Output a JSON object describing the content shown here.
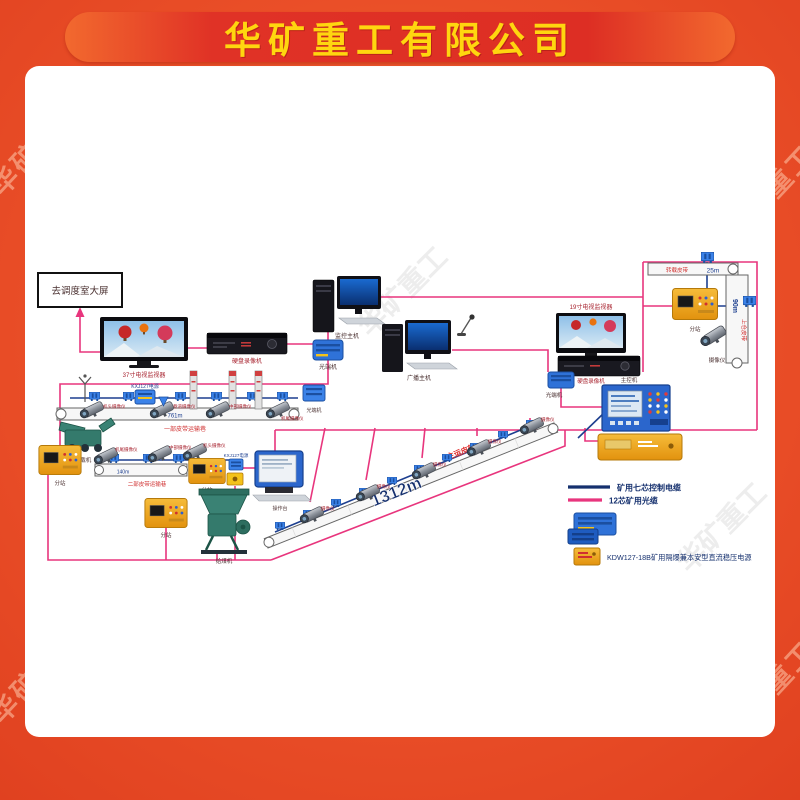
{
  "banner": {
    "title": "华矿重工有限公司"
  },
  "watermark": {
    "text": "华矿重工"
  },
  "colors": {
    "background": "#ea4f28",
    "banner_red": "#dd2e24",
    "banner_text": "#ffd60f",
    "fiber_wire": "#e8357d",
    "control_cable": "#1d3f8f",
    "device_blue": "#2f72d8",
    "box_yellow": "#f0a31c",
    "machine_green": "#3a8274"
  },
  "surface": {
    "goto_box": "去调度室大屏",
    "tv1": "37寸电视监视器",
    "dvr1": "硬盘录像机",
    "pc1": "监控主机",
    "fiber1": "光端机",
    "pc2": "广播主机",
    "tv2": "19寸电视监视器",
    "dvr2": "硬盘录像机",
    "fiber2": "光端机",
    "console": "主控机"
  },
  "right_section": {
    "substation": "分站",
    "camera": "摄像仪",
    "belt_horizontal": {
      "label": "转载皮带",
      "length": "25m"
    },
    "belt_vertical": {
      "label": "上仓皮带",
      "length": "90m"
    }
  },
  "belt1": {
    "label": "一部皮带运输巷",
    "length": "761m",
    "power": "KXJ127电源",
    "fiber": "光端机",
    "substation": "分站",
    "machine": "转载机",
    "cameras": [
      "机头摄像仪",
      "巷道摄像仪",
      "中部摄像仪",
      "机尾摄像仪"
    ]
  },
  "belt2": {
    "label": "二部皮带运输巷",
    "length": "140m",
    "power": "KXJ127电源",
    "bell": "打点器",
    "substation": "分站",
    "console": "操作台",
    "cameras": [
      "机尾摄像仪",
      "中部摄像仪",
      "机头摄像仪"
    ]
  },
  "feeder": {
    "substation": "分站",
    "machine": "给煤机"
  },
  "main_belt": {
    "label": "主运皮带",
    "length": "1312m",
    "cameras": [
      "摄像仪",
      "摄像仪",
      "摄像仪",
      "摄像仪",
      "摄像仪"
    ]
  },
  "legend": {
    "cable": "矿用七芯控制电缆",
    "fiber": "12芯矿用光缆",
    "power_supply": "KDW127-18B矿用隔爆兼本安型直流稳压电源"
  }
}
